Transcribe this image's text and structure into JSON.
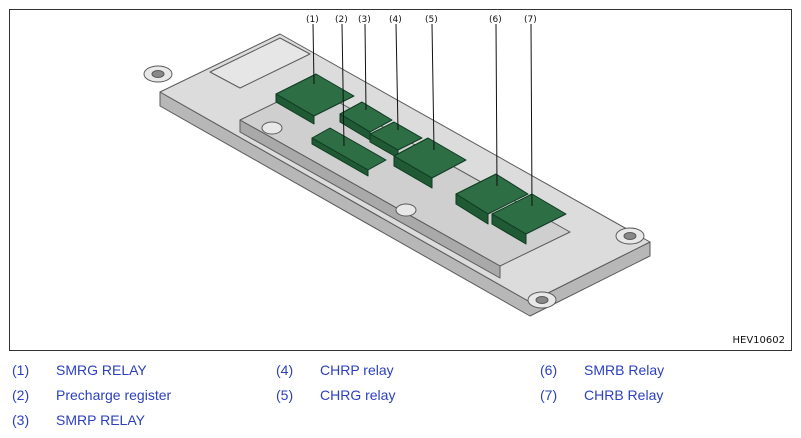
{
  "figure": {
    "figure_id": "HEV10602",
    "colors": {
      "body": "#dcdcdc",
      "body_dark": "#b7b7b7",
      "edge": "#5a5a5a",
      "relay": "#1f5a35",
      "relay_top": "#2e6e45",
      "legend_text": "#2b3fbf"
    },
    "callouts": [
      {
        "label": "(1)"
      },
      {
        "label": "(2)"
      },
      {
        "label": "(3)"
      },
      {
        "label": "(4)"
      },
      {
        "label": "(5)"
      },
      {
        "label": "(6)"
      },
      {
        "label": "(7)"
      }
    ]
  },
  "legend": [
    {
      "num": "(1)",
      "text": "SMRG RELAY"
    },
    {
      "num": "(2)",
      "text": "Precharge register"
    },
    {
      "num": "(3)",
      "text": "SMRP RELAY"
    },
    {
      "num": "(4)",
      "text": "CHRP relay"
    },
    {
      "num": "(5)",
      "text": "CHRG relay"
    },
    {
      "num": "(6)",
      "text": "SMRB Relay"
    },
    {
      "num": "(7)",
      "text": "CHRB Relay"
    }
  ]
}
